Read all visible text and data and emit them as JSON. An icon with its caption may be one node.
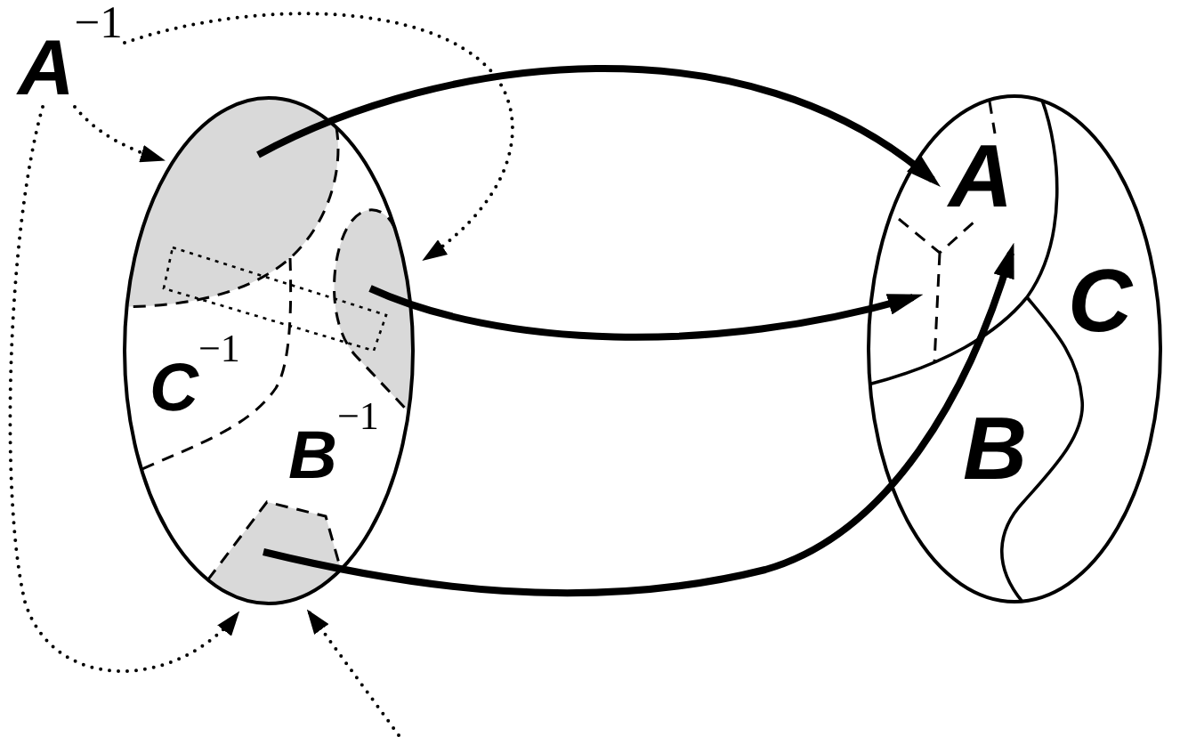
{
  "diagram": {
    "nodes": [
      {
        "text": [
          "A$^{−1}$"
        ]
      },
      {
        "text": [],
        "shape": "ellipse"
      },
      {
        "text": [],
        "shape": "region",
        "in": 1
      },
      {
        "text": [],
        "shape": "region",
        "in": 1
      },
      {
        "text": [],
        "shape": "region",
        "in": 1
      },
      {
        "text": [],
        "shape": "box",
        "in": 1
      },
      {
        "text": [
          "C$^{−1}$"
        ],
        "in": 1
      },
      {
        "text": [
          "B$^{−1}$"
        ],
        "in": 1
      },
      {
        "text": [],
        "shape": "ellipse"
      },
      {
        "text": [
          "A"
        ],
        "in": 8
      },
      {
        "text": [
          "C"
        ],
        "in": 8
      },
      {
        "text": [
          "B"
        ],
        "in": 8
      }
    ],
    "edges": [
      {
        "from": 0,
        "to": 2,
        "arrow": "to",
        "style": "dashed"
      },
      {
        "from": 0,
        "to": 3,
        "arrow": "to",
        "style": "dashed"
      },
      {
        "from": 0,
        "to": 4,
        "arrow": "to",
        "style": "dashed"
      },
      {
        "from": null,
        "to": 4,
        "arrow": "to",
        "style": "dashed"
      },
      {
        "from": 2,
        "to": 9,
        "arrow": "to",
        "style": "thick"
      },
      {
        "from": 3,
        "to": 9,
        "arrow": "to",
        "style": "thick"
      },
      {
        "from": 4,
        "to": 9,
        "arrow": "to",
        "style": "thick"
      }
    ]
  }
}
